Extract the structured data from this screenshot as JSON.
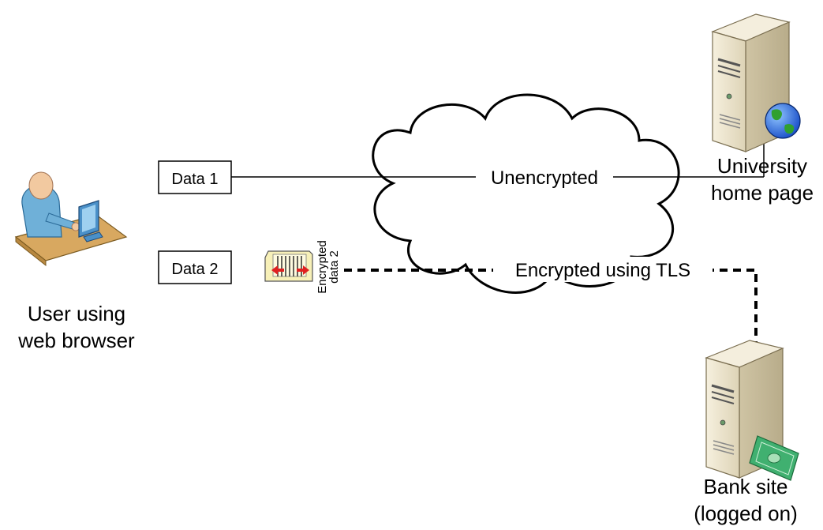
{
  "user": {
    "label_line1": "User using",
    "label_line2": "web browser"
  },
  "boxes": {
    "data1": "Data 1",
    "data2": "Data 2"
  },
  "encrypted_doc": {
    "label_line1": "Encrypted",
    "label_line2": "data 2"
  },
  "links": {
    "unencrypted": "Unencrypted",
    "encrypted": "Encrypted using TLS"
  },
  "university": {
    "label_line1": "University",
    "label_line2": "home page"
  },
  "bank": {
    "label_line1": "Bank site",
    "label_line2": "(logged on)"
  },
  "icons": {
    "user": "user-at-computer-icon",
    "university_server": "web-server-globe-icon",
    "bank_server": "server-money-icon",
    "document": "encrypted-document-icon",
    "cloud": "internet-cloud"
  },
  "colors": {
    "line": "#000000",
    "server_body": "#efe7d0",
    "document": "#f7f0b8",
    "arrow": "#e02020",
    "globe_blue": "#2060e0",
    "globe_green": "#30a030",
    "money": "#40b070"
  }
}
